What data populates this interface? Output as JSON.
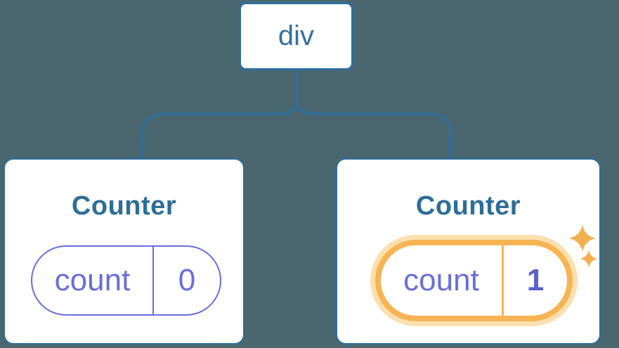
{
  "diagram": {
    "description": "Component tree: a div root rendering two Counter components with independent state",
    "root": {
      "label": "div"
    },
    "children": [
      {
        "title": "Counter",
        "state": {
          "key": "count",
          "value": "0",
          "highlighted": false
        }
      },
      {
        "title": "Counter",
        "state": {
          "key": "count",
          "value": "1",
          "highlighted": true
        }
      }
    ],
    "icons": [
      {
        "name": "sparkle-icon",
        "meaning": "state just updated"
      }
    ]
  },
  "colors": {
    "background": "#4a6770",
    "tree_line_blue": "#2e6f9e",
    "root_label_blue": "#35719f",
    "title_blue": "#2d6e98",
    "state_purple": "#6a6edb",
    "state_value_bold_purple": "#5a61cf",
    "highlight_orange": "#f7b454",
    "highlight_halo_orange": "#fbe0ae",
    "sparkle_orange": "#f3b14e",
    "card_background": "#ffffff"
  }
}
